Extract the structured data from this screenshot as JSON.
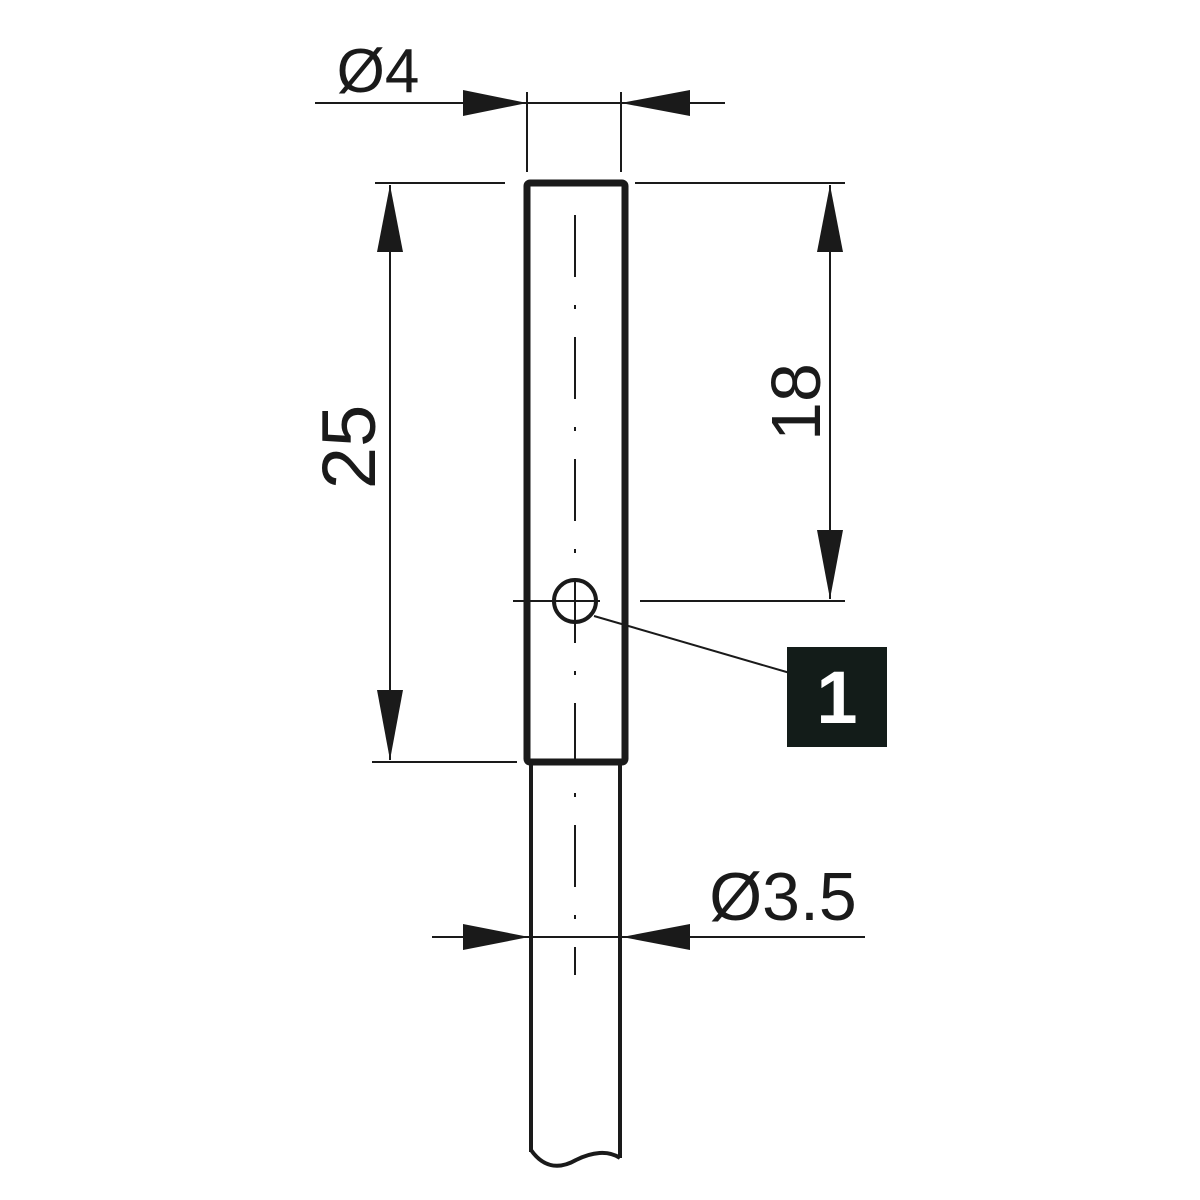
{
  "dimensions": {
    "body_diameter": "Ø4",
    "body_length": "25",
    "sensing_face_distance": "18",
    "cable_diameter": "Ø3.5"
  },
  "callout": {
    "label": "1"
  },
  "colors": {
    "line": "#1a1a1a",
    "callout_bg": "#131c19",
    "callout_text": "#ffffff",
    "background": "#ffffff"
  }
}
